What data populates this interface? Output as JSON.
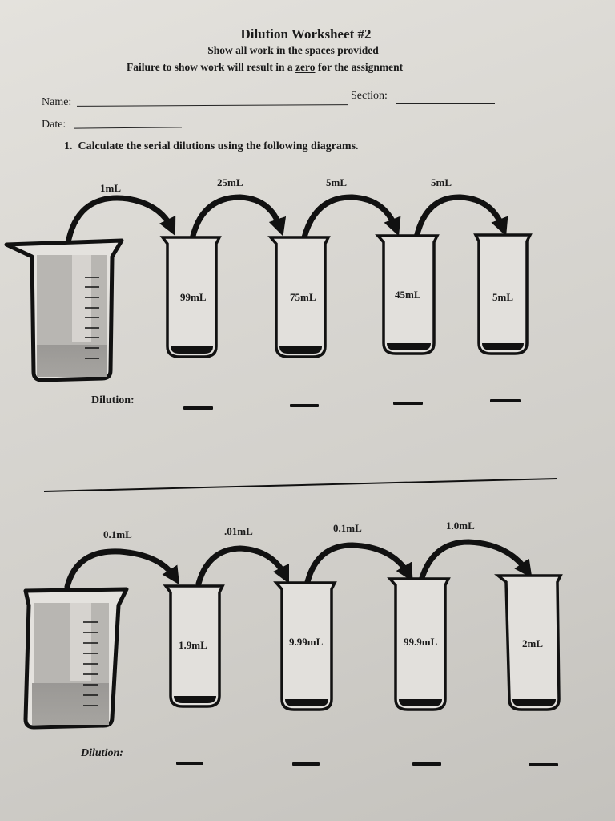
{
  "header": {
    "title": "Dilution Worksheet #2",
    "subtitle": "Show all work in the spaces provided",
    "warning_prefix": "Failure to show work will result in a ",
    "warning_emphasis": "zero",
    "warning_suffix": " for the assignment"
  },
  "fields": {
    "name_label": "Name:",
    "section_label": "Section:",
    "date_label": "Date:",
    "name_value": "",
    "section_value": "",
    "date_value": ""
  },
  "question": {
    "number": "1.",
    "text": "Calculate the serial dilutions using the following diagrams."
  },
  "diagram_1": {
    "transfer_volumes": [
      "1mL",
      "25mL",
      "5mL",
      "5mL"
    ],
    "tube_volumes": [
      "99mL",
      "75mL",
      "45mL",
      "5mL"
    ],
    "dilution_label": "Dilution:",
    "dilution_answers": [
      "",
      "",
      "",
      ""
    ]
  },
  "diagram_2": {
    "transfer_volumes": [
      "0.1mL",
      ".01mL",
      "0.1mL",
      "1.0mL"
    ],
    "tube_volumes": [
      "1.9mL",
      "9.99mL",
      "99.9mL",
      "2mL"
    ],
    "dilution_label": "Dilution:",
    "dilution_answers": [
      "",
      "",
      "",
      ""
    ]
  }
}
